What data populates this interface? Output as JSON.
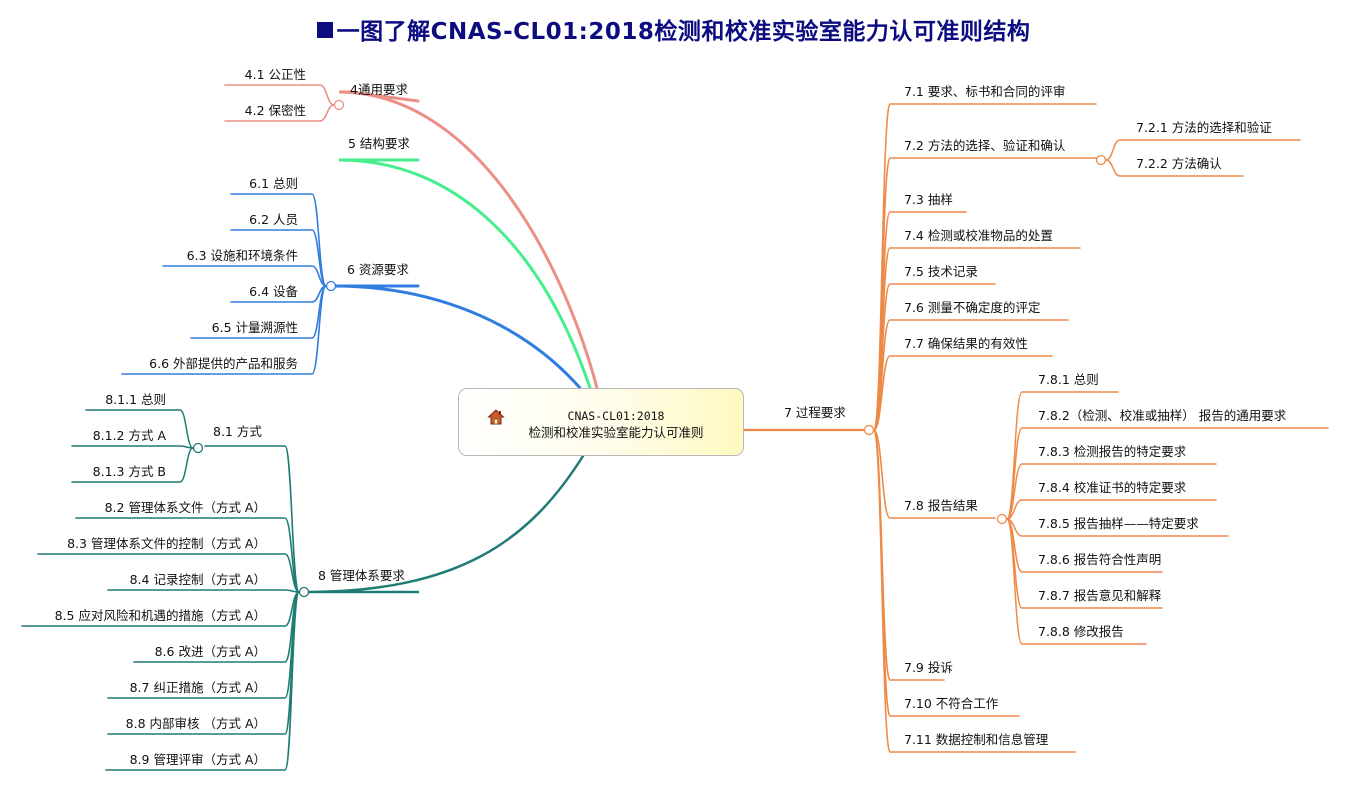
{
  "title": "一图了解CNAS-CL01:2018检测和校准实验室能力认可准则结构",
  "central": {
    "line1": "CNAS-CL01:2018",
    "line2": "检测和校准实验室能力认可准则",
    "icon": "home-icon"
  },
  "colors": {
    "general": "#ec8f86",
    "structure": "#46ee8c",
    "resources": "#2f7de0",
    "management": "#1f7c74",
    "process": "#ee8a48",
    "title": "#0c0c80"
  },
  "branches": {
    "general": {
      "label": "4通用要求",
      "children": [
        "4.1 公正性",
        "4.2 保密性"
      ]
    },
    "structure": {
      "label": "5 结构要求"
    },
    "resources": {
      "label": "6 资源要求",
      "children": [
        "6.1 总则",
        "6.2 人员",
        "6.3 设施和环境条件",
        "6.4 设备",
        "6.5 计量溯源性",
        "6.6 外部提供的产品和服务"
      ]
    },
    "management": {
      "label": "8 管理体系要求",
      "methods": {
        "label": "8.1 方式",
        "children": [
          "8.1.1 总则",
          "8.1.2 方式 A",
          "8.1.3 方式 B"
        ]
      },
      "children": [
        "8.2 管理体系文件（方式 A）",
        "8.3 管理体系文件的控制（方式 A）",
        "8.4 记录控制（方式 A）",
        "8.5 应对风险和机遇的措施（方式 A）",
        "8.6 改进（方式 A）",
        "8.7 纠正措施（方式 A）",
        "8.8 内部审核 （方式 A）",
        "8.9 管理评审（方式 A）"
      ]
    },
    "process": {
      "label": "7 过程要求",
      "children": [
        "7.1 要求、标书和合同的评审",
        "7.2 方法的选择、验证和确认",
        "7.3 抽样",
        "7.4 检测或校准物品的处置",
        "7.5 技术记录",
        "7.6 测量不确定度的评定",
        "7.7 确保结果的有效性",
        "7.8 报告结果",
        "7.9 投诉",
        "7.10 不符合工作",
        "7.11 数据控制和信息管理"
      ],
      "methods_sub": [
        "7.2.1 方法的选择和验证",
        "7.2.2 方法确认"
      ],
      "report_sub": [
        "7.8.1 总则",
        "7.8.2（检测、校准或抽样） 报告的通用要求",
        "7.8.3 检测报告的特定要求",
        "7.8.4 校准证书的特定要求",
        "7.8.5 报告抽样——特定要求",
        "7.8.6 报告符合性声明",
        "7.8.7 报告意见和解释",
        "7.8.8 修改报告"
      ]
    }
  }
}
